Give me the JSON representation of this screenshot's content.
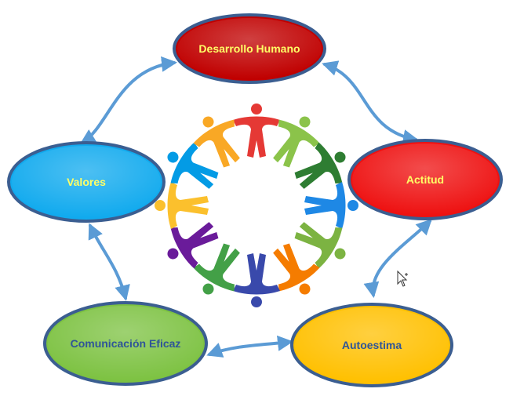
{
  "nodes": {
    "desarrollo_humano": {
      "label": "Desarrollo Humano",
      "fill": "#C00000",
      "text_color": "#FFFF66"
    },
    "actitud": {
      "label": "Actitud",
      "fill": "#EE1111",
      "text_color": "#FFFF66"
    },
    "valores": {
      "label": "Valores",
      "fill": "#11AAEE",
      "text_color": "#FFFF66"
    },
    "comunicacion_eficaz": {
      "label": "Comunicación Eficaz",
      "fill": "#7DC242",
      "text_color": "#2F5597"
    },
    "autoestima": {
      "label": "Autoestima",
      "fill": "#FFC000",
      "text_color": "#2F5597"
    }
  },
  "colors": {
    "node_border": "#3B5E91",
    "arrow": "#5B9BD5"
  },
  "center_graphic": {
    "icon": "people-circle-icon",
    "figure_colors": [
      "#E53935",
      "#8BC34A",
      "#2E7D32",
      "#1E88E5",
      "#7CB342",
      "#F57C00",
      "#3949AB",
      "#43A047",
      "#6A1B9A",
      "#FBC02D",
      "#039BE5",
      "#F9A825"
    ]
  },
  "cursor": {
    "icon": "mouse-pointer-icon"
  }
}
